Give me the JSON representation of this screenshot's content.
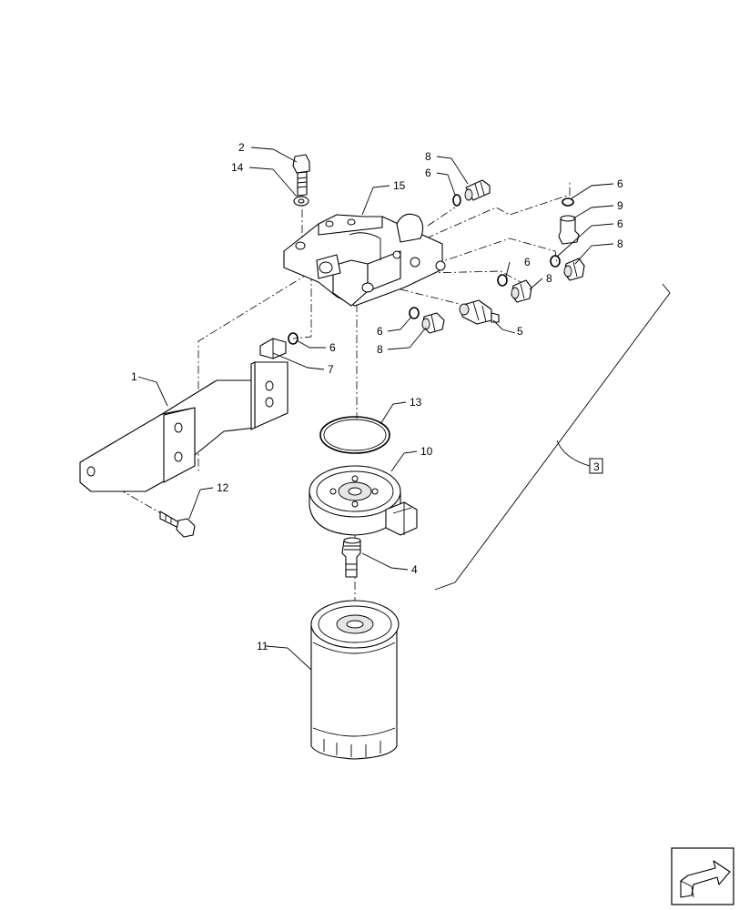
{
  "labels": {
    "l1": "1",
    "l2": "2",
    "l3": "3",
    "l4": "4",
    "l5": "5",
    "l6a": "6",
    "l6b": "6",
    "l6c": "6",
    "l6d": "6",
    "l6e": "6",
    "l6f": "6",
    "l7": "7",
    "l8a": "8",
    "l8b": "8",
    "l8c": "8",
    "l8d": "8",
    "l9": "9",
    "l10": "10",
    "l11": "11",
    "l12": "12",
    "l13": "13",
    "l14": "14",
    "l15": "15"
  },
  "icons": {
    "nav": "next-page-arrow-icon"
  }
}
